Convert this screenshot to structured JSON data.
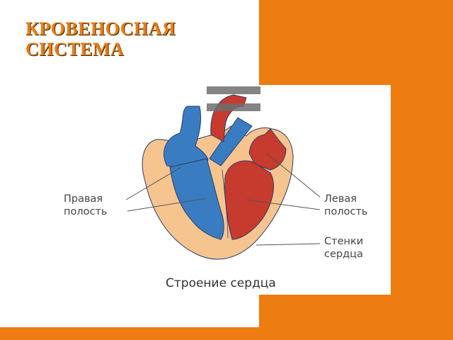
{
  "slide": {
    "title_line1": "КРОВЕНОСНАЯ",
    "title_line2": "СИСТЕМА",
    "accent_color": "#ee7d11"
  },
  "diagram": {
    "labels": {
      "right_cavity_line1": "Правая",
      "right_cavity_line2": "полость",
      "left_cavity_line1": "Левая",
      "left_cavity_line2": "полость",
      "walls_line1": "Стенки",
      "walls_line2": "сердца"
    },
    "caption": "Строение сердца",
    "colors": {
      "venous": "#3a7cc1",
      "arterial": "#c73a2e",
      "wall": "#f6c48f",
      "outline": "#2a3d66"
    }
  }
}
